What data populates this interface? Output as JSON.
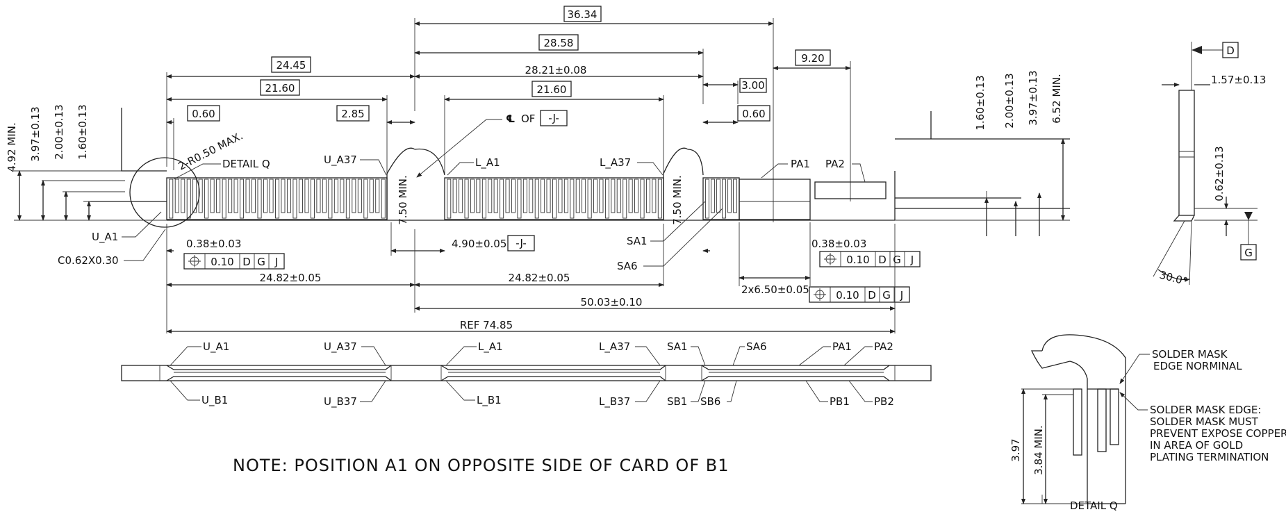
{
  "dimensions": {
    "overall_36_34": "36.34",
    "d_28_58": "28.58",
    "d_28_21": "28.21±0.08",
    "d_21_60_right": "21.60",
    "d_24_45": "24.45",
    "d_21_60_left": "21.60",
    "d_0_60_left": "0.60",
    "d_2_85": "2.85",
    "d_9_20": "9.20",
    "d_3_00": "3.00",
    "d_0_60_right": "0.60",
    "d_4_92": "4.92 MIN.",
    "d_3_97_left": "3.97±0.13",
    "d_2_00_left": "2.00±0.13",
    "d_1_60_left": "1.60±0.13",
    "d_1_60_right": "1.60±0.13",
    "d_2_00_right": "2.00±0.13",
    "d_3_97_right": "3.97±0.13",
    "d_6_52": "6.52 MIN.",
    "d_1_57": "1.57±0.13",
    "d_0_62": "0.62±0.13",
    "d_30": "30.0°",
    "d_7_50_left": "7.50 MIN.",
    "d_7_50_right": "7.50 MIN.",
    "d_radius": "2-R0.50 MAX.",
    "d_0_38_left": "0.38±0.03",
    "d_0_38_right": "0.38±0.03",
    "d_4_90": "4.90±0.05",
    "d_24_82_left": "24.82±0.05",
    "d_24_82_right": "24.82±0.05",
    "d_2x6_50": "2x6.50±0.05",
    "d_50_03": "50.03±0.10",
    "d_ref": "REF 74.85",
    "d_chamfer": "C0.62X0.30",
    "detail_397": "3.97",
    "detail_384": "3.84 MIN."
  },
  "datums": {
    "j_box": "-J-",
    "cl_of": "OF",
    "d": "D",
    "g": "G",
    "j": "J",
    "tol": "0.10"
  },
  "labels": {
    "detail_q": "DETAIL Q",
    "u_a1": "U_A1",
    "u_a37": "U_A37",
    "l_a1": "L_A1",
    "l_a37": "L_A37",
    "pa1": "PA1",
    "pa2": "PA2",
    "sa1": "SA1",
    "sa6": "SA6",
    "u_b1": "U_B1",
    "u_b37": "U_B37",
    "l_b1": "L_B1",
    "l_b37": "L_B37",
    "sb1": "SB1",
    "sb6": "SB6",
    "pb1": "PB1",
    "pb2": "PB2",
    "detail_q_bottom": "DETAIL Q"
  },
  "notes": {
    "main": "NOTE: POSITION A1 ON OPPOSITE SIDE OF CARD OF B1",
    "solder_1": "SOLDER MASK",
    "solder_2": "EDGE NORMINAL",
    "solder_3": "SOLDER MASK EDGE:",
    "solder_4": "SOLDER MASK MUST",
    "solder_5": "PREVENT EXPOSE COPPER",
    "solder_6": "IN AREA OF GOLD",
    "solder_7": "PLATING TERMINATION"
  }
}
